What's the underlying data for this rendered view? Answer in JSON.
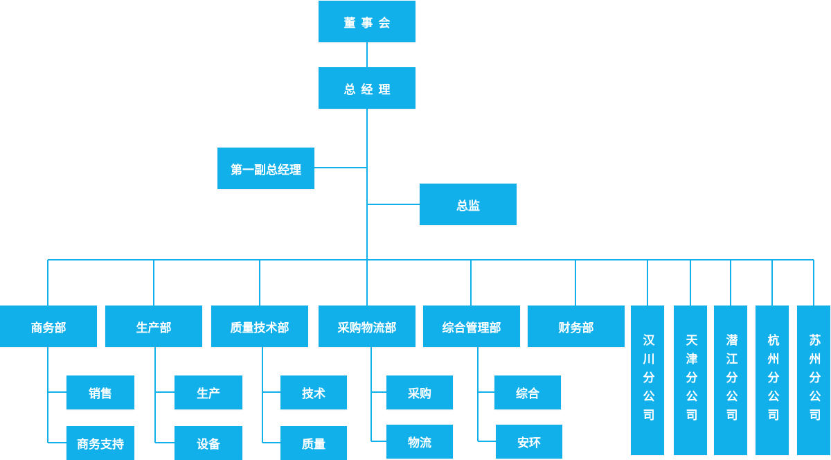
{
  "board": "董事会",
  "general_manager": "总经理",
  "first_deputy_gm": "第一副总经理",
  "director": "总监",
  "departments": {
    "business": "商务部",
    "production": "生产部",
    "quality_tech": "质量技术部",
    "procurement_logistics": "采购物流部",
    "general_management": "综合管理部",
    "finance": "财务部"
  },
  "sub_units": {
    "sales": "销售",
    "business_support": "商务支持",
    "production": "生产",
    "equipment": "设备",
    "technology": "技术",
    "quality": "质量",
    "procurement": "采购",
    "logistics": "物流",
    "general": "综合",
    "safety_environment": "安环"
  },
  "branches": {
    "hanchuan": "汉川分公司",
    "tianjin": "天津分公司",
    "qianjiang": "潜江分公司",
    "hangzhou": "杭州分公司",
    "suzhou": "苏州分公司"
  },
  "colors": {
    "box": "#12b0eb",
    "line": "#12b0eb",
    "text": "#ffffff"
  }
}
